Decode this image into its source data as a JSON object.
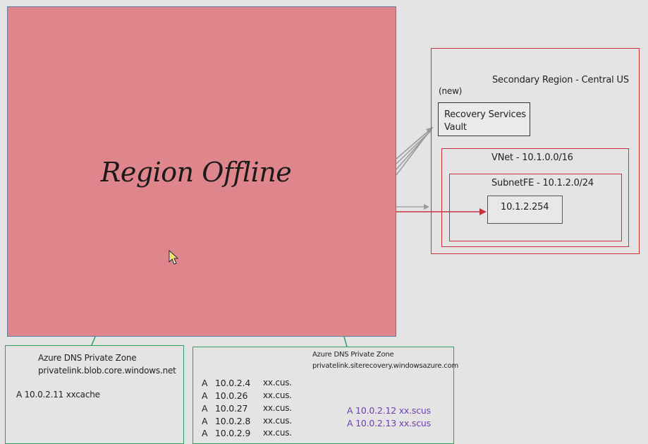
{
  "region_offline": {
    "title": "Region Offline"
  },
  "secondary_region": {
    "label": "Secondary Region - Central US",
    "new_tag": "(new)",
    "vault": {
      "line1": "Recovery Services",
      "line2": "Vault"
    },
    "vnet": {
      "label": "VNet - 10.1.0.0/16"
    },
    "subnet": {
      "label": "SubnetFE - 10.1.2.0/24"
    },
    "endpoint": {
      "ip": "10.1.2.254"
    }
  },
  "dns_zone_blob": {
    "title": "Azure DNS Private Zone",
    "zone": "privatelink.blob.core.windows.net",
    "record": "A 10.0.2.11 xxcache"
  },
  "dns_zone_siterecovery": {
    "title": "Azure DNS Private Zone",
    "zone": "privatelink.siterecovery.windowsazure.com",
    "records": [
      {
        "type": "A",
        "ip": "10.0.2.4",
        "host": "xx.cus."
      },
      {
        "type": "A",
        "ip": "10.0.26",
        "host": "xx.cus."
      },
      {
        "type": "A",
        "ip": "10.0.27",
        "host": "xx.cus."
      },
      {
        "type": "A",
        "ip": "10.0.2.8",
        "host": "xx.cus."
      },
      {
        "type": "A",
        "ip": "10.0.2.9",
        "host": "xx.cus."
      }
    ],
    "secondary_records": [
      "A 10.0.2.12 xx.scus",
      "A 10.0.2.13 xx.scus"
    ]
  },
  "colors": {
    "offline_fill": "#df868d",
    "region_border": "#c8323f",
    "dns_border": "#2f9e63",
    "secondary_record_text": "#6d3fb0"
  }
}
